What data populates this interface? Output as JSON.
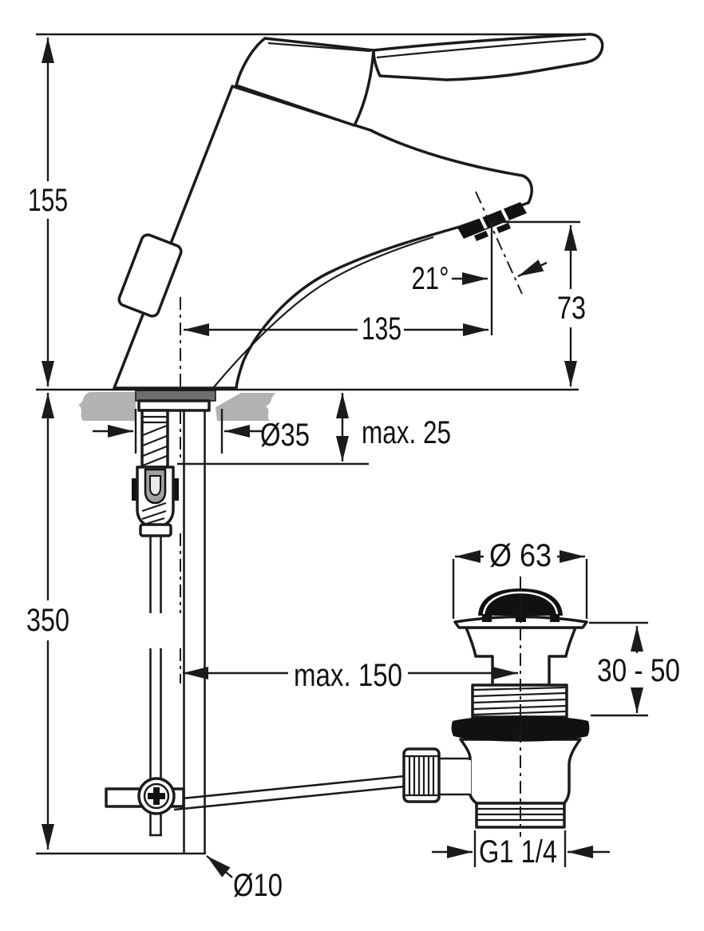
{
  "drawing": {
    "subject": "single-lever-basin-mixer-installation-diagram",
    "view": "side-elevation-with-pop-up-waste",
    "labels": {
      "height_155": "155",
      "length_350": "350",
      "angle_21": "21°",
      "height_73": "73",
      "reach_135": "135",
      "deck_max_25": "max. 25",
      "hole_dia_35": "Ø35",
      "rod_max_150": "max. 150",
      "plug_dia_63": "Ø 63",
      "clamp_range_30_50": "30 - 50",
      "outlet_thread_g114": "G1 1/4",
      "rod_dia_10": "Ø10"
    },
    "colors": {
      "line": "#1b1b1b",
      "deck_gray": "#b2b2b2",
      "gasket_gray": "#6f6f6f",
      "clamp_gray": "#a0a0a0",
      "background": "#ffffff"
    }
  }
}
